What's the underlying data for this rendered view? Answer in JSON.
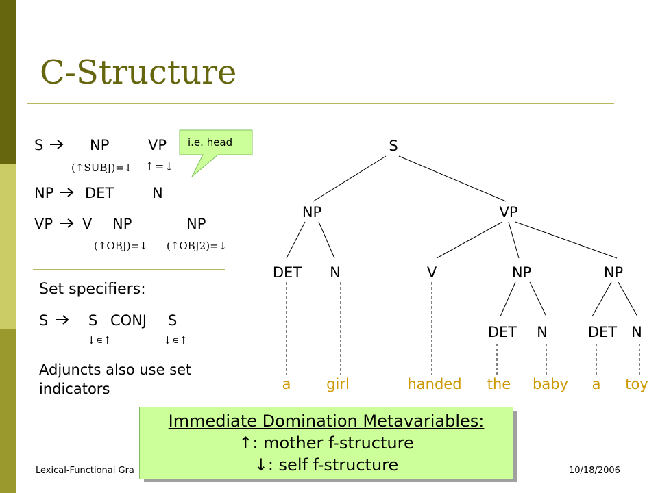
{
  "title": "C-Structure",
  "rules": {
    "r1": {
      "lhs": "S",
      "rhs1": "NP",
      "rhs2": "VP",
      "ann1": "(↑SUBJ)=↓",
      "ann2": "↑=↓"
    },
    "r2": {
      "lhs": "NP",
      "rhs1": "DET",
      "rhs2": "N"
    },
    "r3": {
      "lhs": "VP",
      "rhs1": "V",
      "rhs2": "NP",
      "rhs3": "NP",
      "ann1": "(↑OBJ)=↓",
      "ann2": "(↑OBJ2)=↓"
    }
  },
  "arrow": "",
  "callout": "i.e. head",
  "set_specifiers": {
    "heading": "Set specifiers:",
    "lhs": "S",
    "rhs1": "S",
    "rhs2": "CONJ",
    "rhs3": "S",
    "ann1": "↓∊↑",
    "ann2": "↓∊↑",
    "adjuncts_line1": "Adjuncts also use set",
    "adjuncts_line2": "indicators"
  },
  "tree": {
    "nodes": [
      "S",
      "NP",
      "VP",
      "DET",
      "N",
      "V",
      "NP",
      "NP",
      "DET",
      "N",
      "DET",
      "N"
    ],
    "words": [
      "a",
      "girl",
      "handed",
      "the",
      "baby",
      "a",
      "toy"
    ]
  },
  "box": {
    "title": "Immediate Domination Metavariables:",
    "line1": "↑: mother f-structure",
    "line2": "↓: self f-structure"
  },
  "footer": {
    "left": "Lexical-Functional Gra",
    "right": "10/18/2006"
  },
  "colors": {
    "title": "#66660f",
    "words": "#cc9900",
    "box_fill": "#ccff99",
    "callout_fill": "#ccff99"
  }
}
